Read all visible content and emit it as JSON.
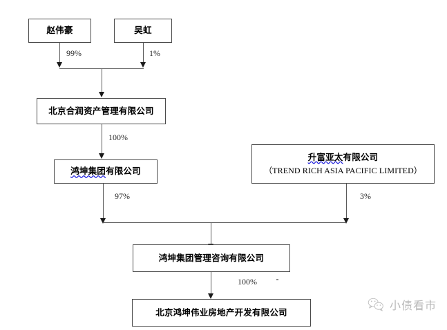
{
  "diagram": {
    "type": "org-ownership-chart",
    "nodes": [
      {
        "id": "zhao",
        "label": "赵伟豪",
        "spellcheck_prefix": "",
        "english": ""
      },
      {
        "id": "wuhong",
        "label": "吴虹",
        "spellcheck_prefix": "",
        "english": ""
      },
      {
        "id": "herun",
        "label": "北京合润资产管理有限公司",
        "spellcheck_prefix": "",
        "english": ""
      },
      {
        "id": "hongkun",
        "label": "鸿坤集团有限公司",
        "spellcheck_prefix": "鸿坤集团",
        "english": ""
      },
      {
        "id": "trendrich",
        "label": "升富亚太有限公司",
        "spellcheck_prefix": "升富亚太",
        "english": "（TREND RICH ASIA PACIFIC LIMITED）"
      },
      {
        "id": "consulting",
        "label": "鸿坤集团管理咨询有限公司",
        "spellcheck_prefix": "",
        "english": ""
      },
      {
        "id": "weiye",
        "label": "北京鸿坤伟业房地产开发有限公司",
        "spellcheck_prefix": "",
        "english": ""
      }
    ],
    "edges": [
      {
        "id": "zhao-to-herun",
        "from": "zhao",
        "to": "herun",
        "percent": "99%"
      },
      {
        "id": "wuhong-to-herun",
        "from": "wuhong",
        "to": "herun",
        "percent": "1%"
      },
      {
        "id": "herun-to-hongkun",
        "from": "herun",
        "to": "hongkun",
        "percent": "100%"
      },
      {
        "id": "hongkun-to-consulting",
        "from": "hongkun",
        "to": "consulting",
        "percent": "97%"
      },
      {
        "id": "trendrich-to-consulting",
        "from": "trendrich",
        "to": "consulting",
        "percent": "3%"
      },
      {
        "id": "consulting-to-weiye",
        "from": "consulting",
        "to": "weiye",
        "percent": "100%"
      }
    ]
  },
  "watermark": {
    "text": "小债看市",
    "icon": "wechat-icon"
  },
  "colors": {
    "box_border": "#4a4a4a",
    "connector": "#5a5a5a",
    "arrow": "#1a1a1a",
    "text": "#000000",
    "spellcheck_underline": "#2222dd",
    "watermark": "#8f8f8f",
    "background": "#ffffff"
  }
}
